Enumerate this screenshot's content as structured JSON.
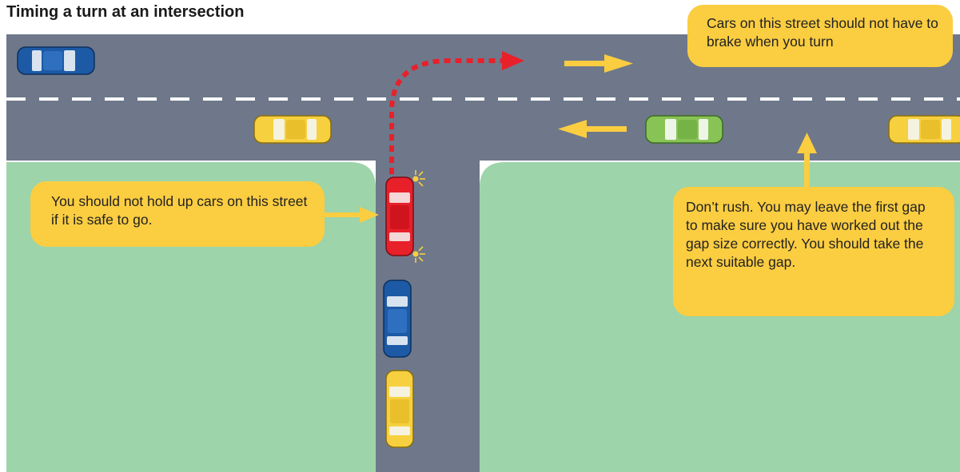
{
  "title": "Timing a turn at an intersection",
  "callouts": {
    "main_street": "Cars on this street should not have to brake when you turn",
    "side_street": "You should not hold up cars on this street if it is safe to go.",
    "gap_advice": "Don’t rush. You may leave the first gap to make sure you have worked out the gap size correctly. You should take the next suitable gap."
  },
  "colors": {
    "road": "#6e788a",
    "grass": "#9dd4a9",
    "lane_marking": "#ffffff",
    "callout": "#fbcd41",
    "arrow": "#fbcd41",
    "turn_path": "#e8202a",
    "turning_car": "#e8202a",
    "blue_car": "#1d5aa6",
    "yellow_car": "#f6d03e",
    "green_car": "#88c356"
  },
  "vehicles": [
    {
      "name": "blue-car-top-left",
      "color": "blue",
      "direction": "east"
    },
    {
      "name": "yellow-car-main-west",
      "color": "yellow",
      "direction": "west"
    },
    {
      "name": "green-car-main-west",
      "color": "green",
      "direction": "west"
    },
    {
      "name": "yellow-car-right-edge",
      "color": "yellow",
      "direction": "west"
    },
    {
      "name": "red-turning-car",
      "color": "red",
      "direction": "north",
      "indicating": "right"
    },
    {
      "name": "blue-car-queue",
      "color": "blue",
      "direction": "north"
    },
    {
      "name": "yellow-car-queue",
      "color": "yellow",
      "direction": "north"
    }
  ]
}
